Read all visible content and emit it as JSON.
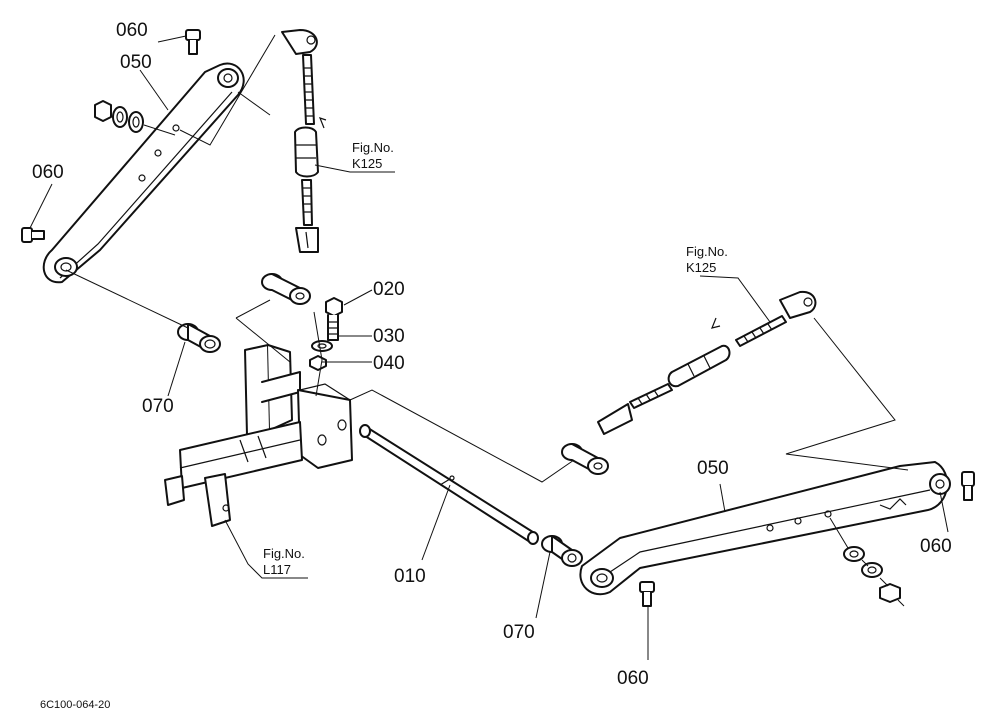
{
  "parts": {
    "p010": "010",
    "p020": "020",
    "p030": "030",
    "p040": "040",
    "p050": "050",
    "p060": "060",
    "p070": "070"
  },
  "references": {
    "fig_label": "Fig.No.",
    "k125": "K125",
    "l117": "L117"
  },
  "drawing_code": "6C100-064-20"
}
